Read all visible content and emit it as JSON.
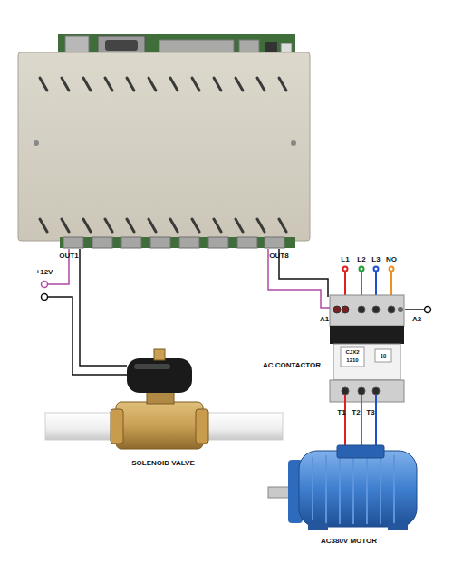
{
  "diagram": {
    "labels": [
      "OUT1",
      "+12V",
      "OUT8",
      "L1",
      "L2",
      "L3",
      "NO",
      "A1",
      "A2",
      "AC CONTACTOR",
      "CJX2",
      "1210",
      "10",
      "T1",
      "T2",
      "T3",
      "SOLENOID VALVE",
      "AC380V MOTOR"
    ]
  }
}
